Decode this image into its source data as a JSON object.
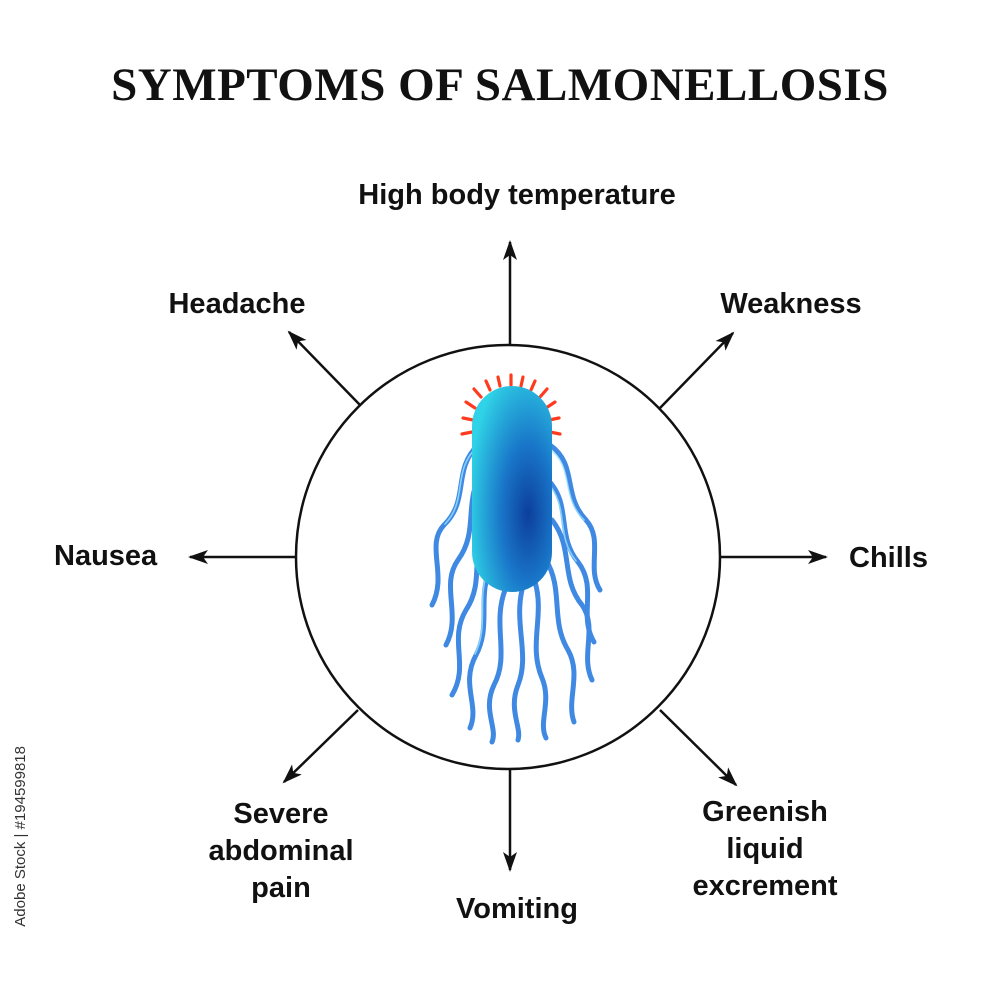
{
  "title": "SYMPTOMS OF SALMONELLOSIS",
  "symptoms": {
    "top": "High body temperature",
    "top_left": "Headache",
    "top_right": "Weakness",
    "left": "Nausea",
    "right": "Chills",
    "bottom_left": [
      "Severe",
      "abdominal",
      "pain"
    ],
    "bottom": "Vomiting",
    "bottom_right": [
      "Greenish",
      "liquid",
      "excrement"
    ]
  },
  "watermark": "Adobe Stock | #194599818",
  "colors": {
    "text": "#111111",
    "bacterium": "#1fa3d8",
    "bacterium_dark": "#0c3f9c",
    "flagella": "#2f7fe0",
    "pili": "#ff3b1f"
  }
}
